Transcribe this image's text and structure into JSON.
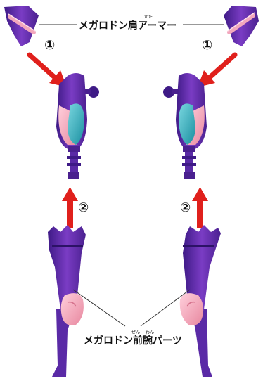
{
  "labels": {
    "shoulder_armor": "メガロドン肩アーマー",
    "shoulder_ruby": "かた",
    "forearm_parts": "メガロドン前腕パーツ",
    "forearm_ruby_1": "ぜん",
    "forearm_ruby_2": "わん"
  },
  "steps": {
    "step1": "①",
    "step2": "②"
  },
  "colors": {
    "purple": "#6a2fb0",
    "dark_purple": "#3e1a86",
    "teal": "#2bb7c4",
    "pink": "#f2a7bd",
    "arrow_red": "#e0201c"
  },
  "icons": {
    "arrow": "red-arrow-icon"
  }
}
